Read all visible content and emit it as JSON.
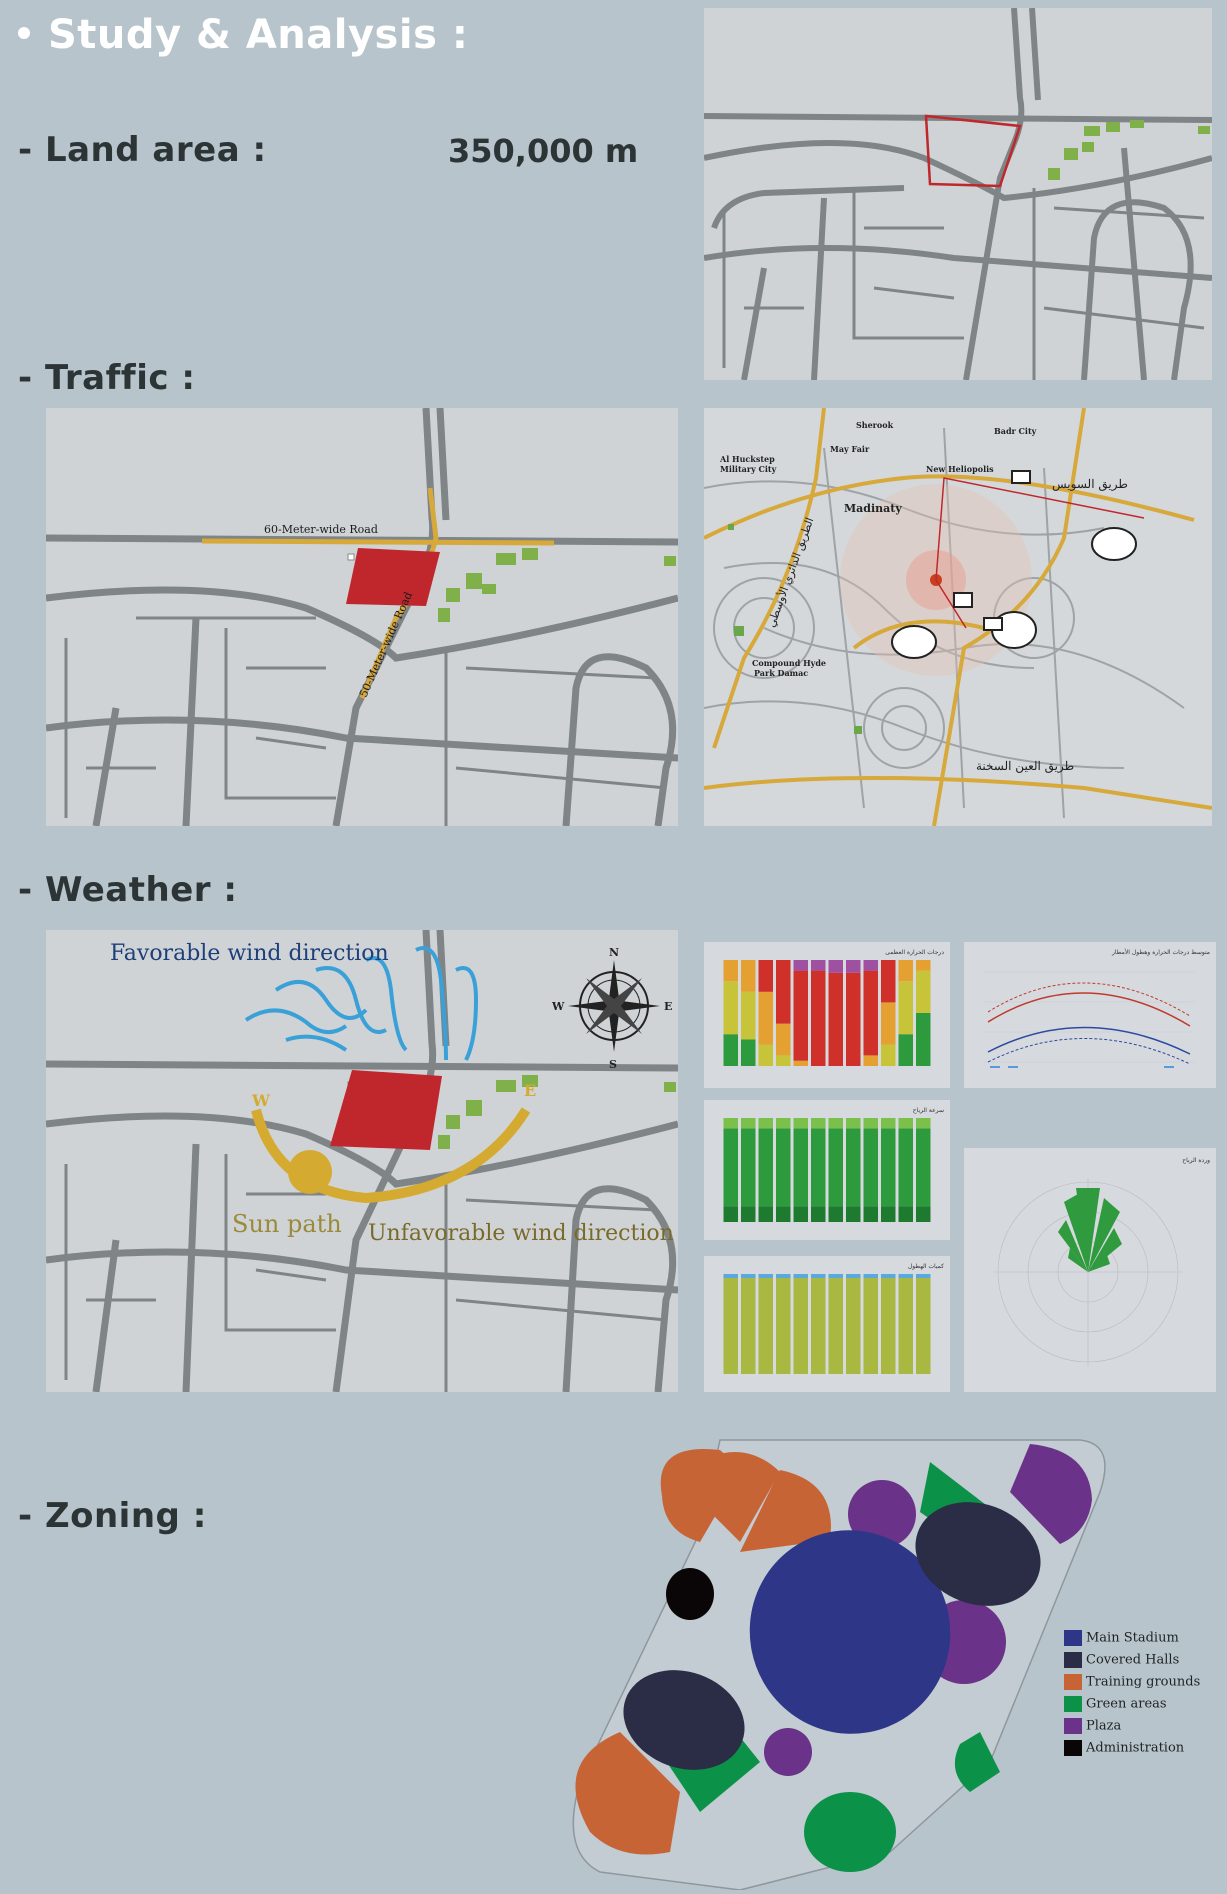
{
  "title": "Study & Analysis :",
  "land": {
    "label": "- Land area :",
    "value": "350,000 m"
  },
  "traffic": {
    "label": "- Traffic :",
    "road1": "60-Meter-wide Road",
    "road2": "50-Meter-wide Road",
    "places": {
      "sherook": "Sherook",
      "badr": "Badr City",
      "mayfair": "May Fair",
      "huckstep": "Al Huckstep",
      "military": "Military City",
      "heliopolis": "New Heliopolis",
      "madinaty": "Madinaty",
      "compound": "Compound Hyde",
      "park": "Park Damac",
      "suez_road": "طريق السويس",
      "sokhna_road": "طريق العين السخنة",
      "ring_road": "الطريق الدائري الأوسطي"
    }
  },
  "weather": {
    "label": "- Weather :",
    "favorable": "Favorable wind direction",
    "sunpath": "Sun path",
    "unfavorable": "Unfavorable wind direction",
    "compass": {
      "n": "N",
      "s": "S",
      "e": "E",
      "w": "W"
    },
    "sun_w": "W",
    "sun_e": "E",
    "chart_titles": {
      "temp": "درجات الحرارة العظمى",
      "avg": "متوسط درجات الحرارة وهطول الأمطار",
      "wind": "سرعة الرياح",
      "rose": "وردة الرياح",
      "rain": "كميات الهطول"
    }
  },
  "zoning": {
    "label": "- Zoning :",
    "legend": [
      {
        "name": "Main Stadium",
        "color": "#2e3787"
      },
      {
        "name": "Covered Halls",
        "color": "#2a2d45"
      },
      {
        "name": "Training grounds",
        "color": "#c66436"
      },
      {
        "name": "Green areas",
        "color": "#0b9148"
      },
      {
        "name": "Plaza",
        "color": "#6a3288"
      },
      {
        "name": "Administration",
        "color": "#0a0506"
      }
    ]
  },
  "colors": {
    "site": "#c0272d",
    "road": "#d7a83a",
    "wind": "#3aa0d8",
    "sun": "#d4aa30"
  }
}
